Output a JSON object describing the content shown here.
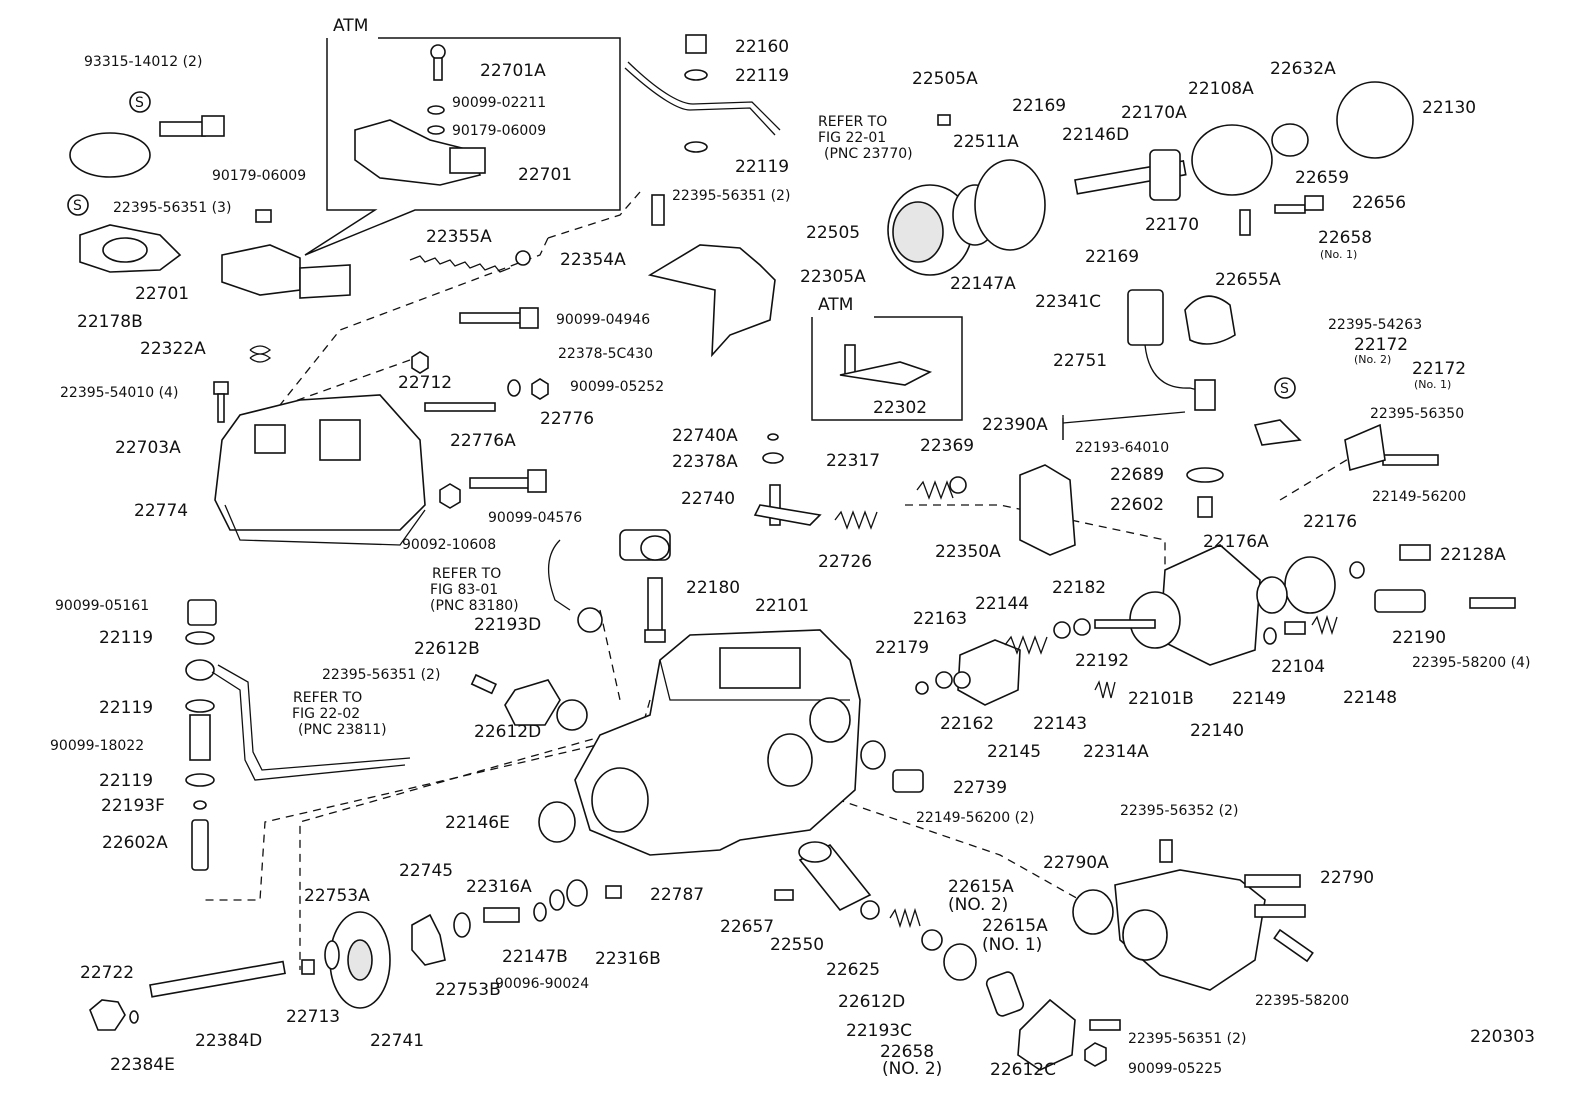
{
  "atm_box_1": "ATM",
  "atm_box_2": "ATM",
  "figure_id": "220303",
  "refs": {
    "r1": [
      "REFER TO",
      "FIG 22-01",
      "(PNC 23770)"
    ],
    "r2": [
      "REFER TO",
      "FIG 83-01",
      "(PNC 83180)"
    ],
    "r3": [
      "REFER TO",
      "FIG 22-02",
      "(PNC 23811)"
    ]
  },
  "labels": [
    "93315-14012 (2)",
    "22395-56351 (3)",
    "90179-06009",
    "22701",
    "22178B",
    "22322A",
    "22395-54010 (4)",
    "22703A",
    "22774",
    "22701A",
    "90099-02211",
    "90179-06009",
    "22701",
    "22355A",
    "22354A",
    "90099-04946",
    "22712",
    "22378-5C430",
    "90099-05252",
    "22776",
    "22776A",
    "90092-10608",
    "90099-04576",
    "22160",
    "22119",
    "22119",
    "22395-56351 (2)",
    "22305A",
    "22302",
    "22505A",
    "22169",
    "22511A",
    "22146D",
    "22170A",
    "22108A",
    "22632A",
    "22130",
    "22505",
    "22147A",
    "22341C",
    "22169",
    "22170",
    "22659",
    "22656",
    "22658",
    "(No. 1)",
    "22655A",
    "22751",
    "22390A",
    "22193-64010",
    "22689",
    "22602",
    "22395-54263",
    "22172",
    "(No. 2)",
    "22172",
    "(No. 1)",
    "22395-56350",
    "22149-56200",
    "22128A",
    "22176",
    "22176A",
    "22740A",
    "22378A",
    "22740",
    "22317",
    "22369",
    "22726",
    "22350A",
    "22180",
    "22101",
    "22193D",
    "22612B",
    "22395-56351 (2)",
    "22612D",
    "90099-05161",
    "22119",
    "22119",
    "90099-18022",
    "22119",
    "22193F",
    "22602A",
    "22146E",
    "22163",
    "22144",
    "22182",
    "22179",
    "22162",
    "22145",
    "22143",
    "22192",
    "22101B",
    "22140",
    "22314A",
    "22149",
    "22104",
    "22148",
    "22190",
    "22395-58200 (4)",
    "22739",
    "22149-56200 (2)",
    "22395-56352 (2)",
    "22790A",
    "22790",
    "22395-58200",
    "22753A",
    "22745",
    "22316A",
    "22787",
    "22657",
    "22550",
    "22615A",
    "(NO. 2)",
    "22615A",
    "(NO. 1)",
    "22722",
    "22713",
    "22753B",
    "22147B",
    "90096-90024",
    "22316B",
    "22625",
    "22612D",
    "22193C",
    "22658",
    "(NO. 2)",
    "22612C",
    "22395-56351 (2)",
    "90099-05225",
    "22384D",
    "22741",
    "22384E"
  ]
}
